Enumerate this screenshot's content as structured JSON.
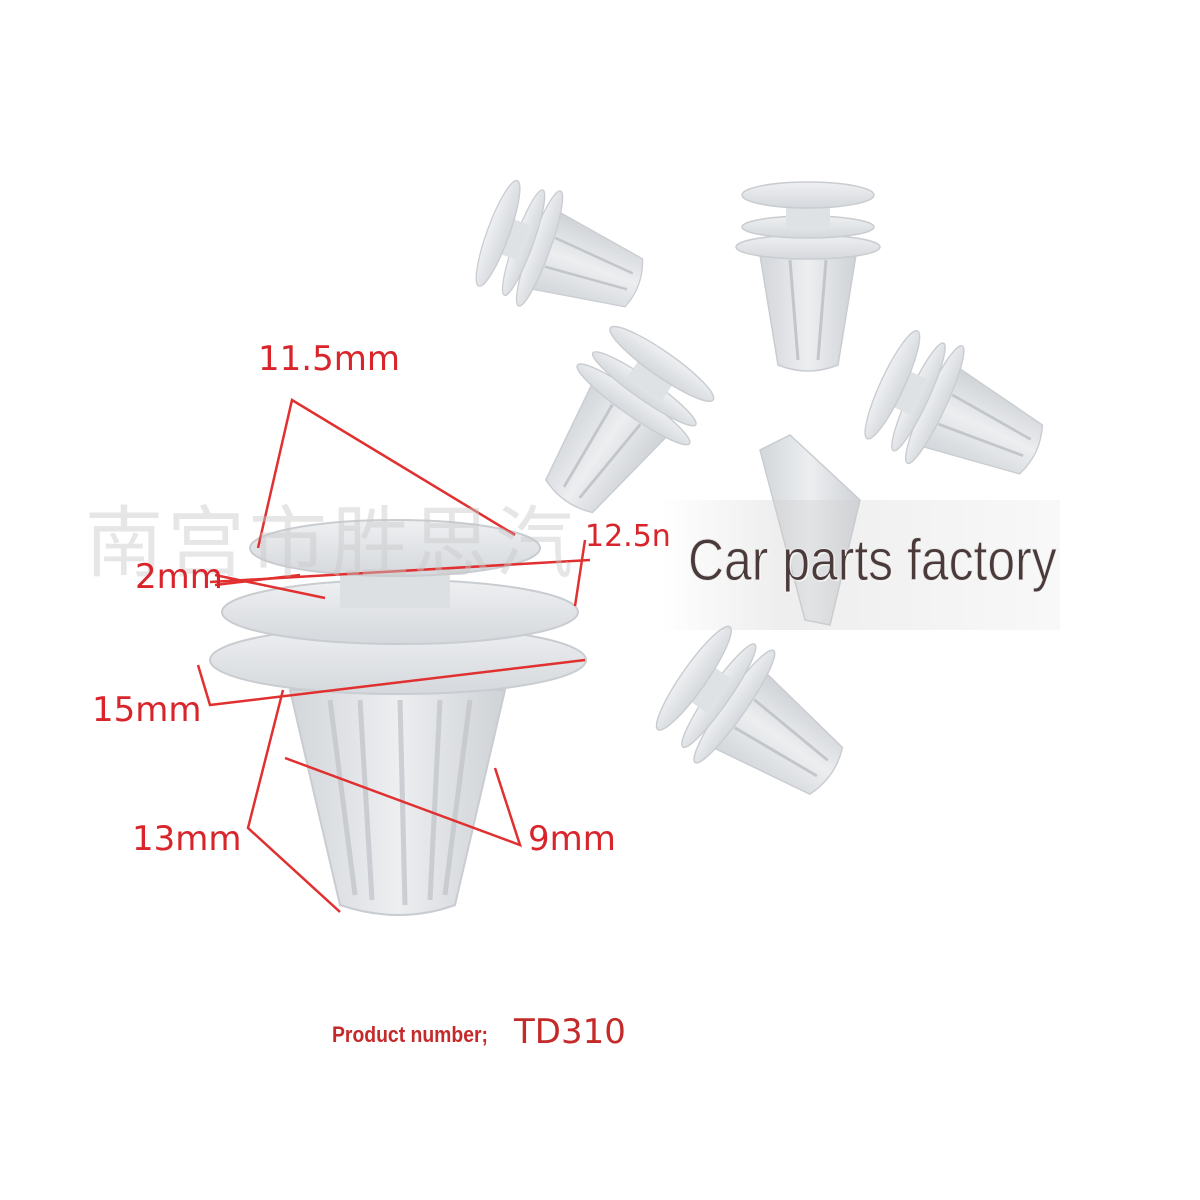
{
  "image": {
    "subject": "plastic push-rivet trim clips with dimension callouts",
    "accent_color": "#d8242a",
    "clip_color": "#e4e6e9"
  },
  "dimensions": {
    "top_diameter": "11.5mm",
    "head_width": "12.5n",
    "gap": "2mm",
    "base_diameter": "15mm",
    "height": "13mm",
    "shank_diameter": "9mm"
  },
  "watermark": "南宫市胜思汽",
  "brand_overlay": "Car parts factory",
  "product": {
    "label": "Product number;",
    "value": "TD310"
  }
}
